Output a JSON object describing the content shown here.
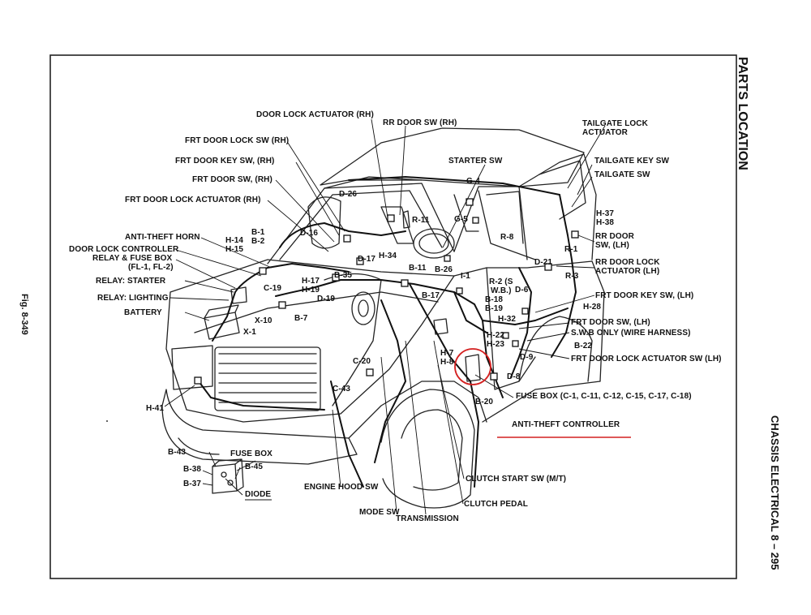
{
  "header": {
    "section_title": "PARTS LOCATION",
    "chapter_title": "CHASSIS ELECTRICAL 8 – 295",
    "figure_number": "Fig. 8-349"
  },
  "labels": {
    "door_lock_actuator_rh": "DOOR LOCK ACTUATOR (RH)",
    "rr_door_sw_rh": "RR DOOR SW (RH)",
    "frt_door_lock_sw_rh": "FRT DOOR LOCK SW (RH)",
    "frt_door_key_sw_rh": "FRT DOOR KEY SW, (RH)",
    "frt_door_sw_rh": "FRT DOOR SW, (RH)",
    "frt_door_lock_actuator_rh": "FRT DOOR LOCK ACTUATOR (RH)",
    "anti_theft_horn": "ANTI-THEFT HORN",
    "door_lock_controller": "DOOR LOCK CONTROLLER",
    "relay_fuse_box": "RELAY & FUSE BOX",
    "relay_fuse_box_sub": "(FL-1, FL-2)",
    "relay_starter": "RELAY: STARTER",
    "relay_lighting": "RELAY: LIGHTING",
    "battery": "BATTERY",
    "tailgate_lock_actuator_1": "TAILGATE LOCK",
    "tailgate_lock_actuator_2": "ACTUATOR",
    "starter_sw": "STARTER SW",
    "tailgate_key_sw": "TAILGATE KEY SW",
    "tailgate_sw": "TAILGATE SW",
    "rr_door_sw_lh_1": "RR DOOR",
    "rr_door_sw_lh_2": "SW, (LH)",
    "rr_door_lock_actuator_lh_1": "RR DOOR LOCK",
    "rr_door_lock_actuator_lh_2": "ACTUATOR (LH)",
    "frt_door_key_sw_lh": "FRT DOOR KEY SW, (LH)",
    "frt_door_sw_lh": "FRT DOOR SW, (LH)",
    "swb_only": "S.W.B ONLY (WIRE HARNESS)",
    "frt_door_lock_actuator_sw_lh": "FRT DOOR LOCK ACTUATOR SW (LH)",
    "fuse_box_c": "FUSE BOX (C-1, C-11, C-12, C-15, C-17, C-18)",
    "anti_theft_controller": "ANTI-THEFT CONTROLLER",
    "clutch_start_sw": "CLUTCH START SW (M/T)",
    "clutch_pedal": "CLUTCH PEDAL",
    "transmission": "TRANSMISSION",
    "mode_sw": "MODE SW",
    "engine_hood_sw": "ENGINE HOOD SW",
    "fuse_box": "FUSE BOX",
    "diode": "DIODE"
  },
  "connectors": {
    "d26": "D-26",
    "r11": "R-11",
    "d16": "D-16",
    "g4": "G-4",
    "g5": "G-5",
    "r8": "R-8",
    "b1": "B-1",
    "b2": "B-2",
    "h14": "H-14",
    "h15": "H-15",
    "d17": "D-17",
    "h34": "H-34",
    "b11": "B-11",
    "b26": "B-26",
    "i1": "I-1",
    "h17": "H-17",
    "h19": "H-19",
    "b35": "B-35",
    "c19": "C-19",
    "d19": "D-19",
    "b7": "B-7",
    "b17": "B-17",
    "x10": "X-10",
    "x1": "X-1",
    "h37": "H-37",
    "h38": "H-38",
    "r1": "R-1",
    "d21": "D-21",
    "r3": "R-3",
    "r2": "R-2 (S",
    "wb": "W.B.)",
    "d6": "D-6",
    "b18": "B-18",
    "b19": "B-19",
    "h28": "H-28",
    "h32": "H-32",
    "h22": "H-22",
    "h23": "H-23",
    "b22": "B-22",
    "d9": "D-9",
    "h7": "H-7",
    "h8": "H-8",
    "d8": "D-8",
    "c20": "C-20",
    "c43": "C-43",
    "b20": "B-20",
    "h41": "H-41",
    "b43": "B-43",
    "b45": "B-45",
    "b38": "B-38",
    "b37": "B-37"
  },
  "colors": {
    "highlight": "#d42020",
    "ink": "#111111"
  }
}
